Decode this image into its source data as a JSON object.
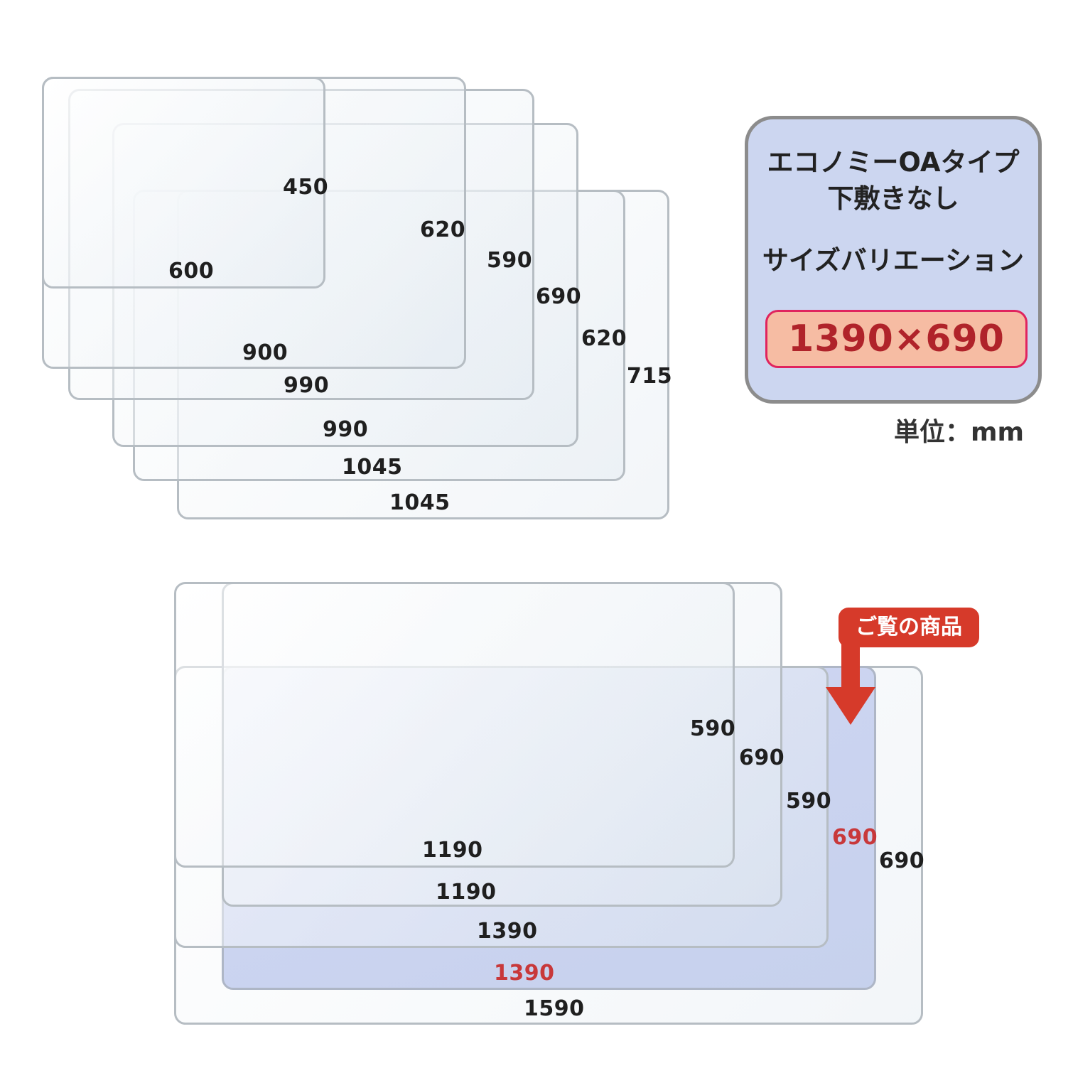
{
  "group_a": {
    "sheets": [
      {
        "width_label": "600",
        "depth_label": "450"
      },
      {
        "width_label": "900",
        "depth_label": "620"
      },
      {
        "width_label": "990",
        "depth_label": "590"
      },
      {
        "width_label": "990",
        "depth_label": "690"
      },
      {
        "width_label": "1045",
        "depth_label": "620"
      },
      {
        "width_label": "1045",
        "depth_label": "715"
      }
    ]
  },
  "group_b": {
    "sheets": [
      {
        "width_label": "1190",
        "depth_label": "590"
      },
      {
        "width_label": "1190",
        "depth_label": "690"
      },
      {
        "width_label": "1390",
        "depth_label": "590"
      },
      {
        "width_label": "1390",
        "depth_label": "690",
        "highlighted": true
      },
      {
        "width_label": "1590",
        "depth_label": "690"
      }
    ]
  },
  "info_panel": {
    "title_line1": "エコノミーOAタイプ",
    "title_line2": "下敷きなし",
    "subtitle": "サイズバリエーション",
    "current_size": "1390×690"
  },
  "unit_label": "単位：mm",
  "callout": {
    "label": "ご覧の商品"
  },
  "colors": {
    "sheet_border": "#b6bdc3",
    "highlight_fill": "#c8d0ef",
    "highlight_text": "#c8383a",
    "panel_fill": "#ccd6f0",
    "panel_border": "#8c8c8c",
    "badge_fill": "#f6bca3",
    "badge_border": "#e0245e",
    "callout_fill": "#d63a2a"
  },
  "icons": {
    "callout_arrow": "arrow-down-icon"
  }
}
